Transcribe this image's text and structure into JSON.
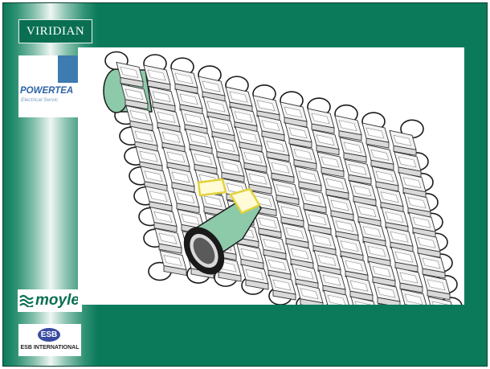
{
  "logos": {
    "viridian": "VIRIDIAN",
    "powerteam_name": "POWERTEA",
    "powerteam_sub": "Electrical Servic",
    "moyle": "moyle",
    "esb_mark": "ESB",
    "esb_text": "ESB INTERNATIONAL"
  },
  "colors": {
    "background": "#0a7a5a",
    "block_fill": "#f4f4f4",
    "pipe_green": "#8ccaa9",
    "highlight_yellow": "#f2e75a"
  },
  "figure": {
    "subject": "articulated concrete block mattress over pipeline"
  }
}
